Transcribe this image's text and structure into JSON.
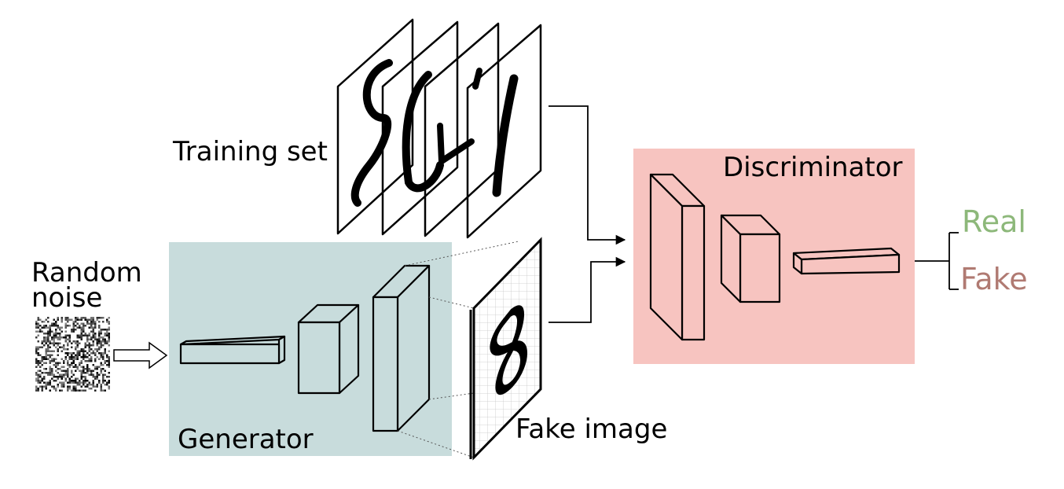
{
  "labels": {
    "training_set": "Training set",
    "random_noise_line1": "Random",
    "random_noise_line2": "noise",
    "generator": "Generator",
    "fake_image": "Fake image",
    "discriminator": "Discriminator",
    "real": "Real",
    "fake": "Fake"
  },
  "colors": {
    "generator_bg": "#c8dcdc",
    "discriminator_bg": "#f7c4c0",
    "generator_layer_fill": "#c8dcdc",
    "discriminator_layer_fill": "#f7c4c0",
    "real_text": "#8db87a",
    "fake_text": "#b07a72"
  },
  "icons": {
    "noise": "noise-icon",
    "input_arrow": "hollow-arrow-icon",
    "digit_sheets": "digit-image-icon"
  }
}
